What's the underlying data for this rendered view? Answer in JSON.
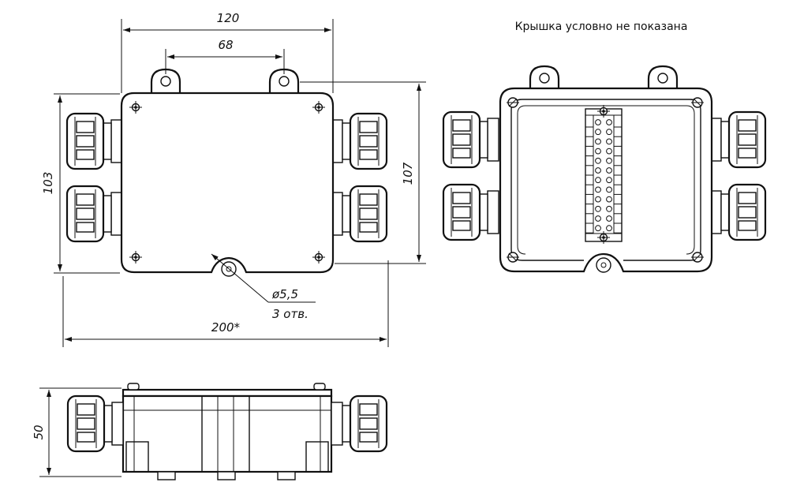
{
  "note": "Крышка условно не показана",
  "dimensions": {
    "top_width": "120",
    "hole_spacing": "68",
    "left_height": "103",
    "right_height": "107",
    "total_width": "200*",
    "hole_diameter": "ø5,5",
    "hole_count": "3 отв.",
    "side_height": "50"
  },
  "colors": {
    "line": "#111111",
    "background": "#ffffff"
  }
}
